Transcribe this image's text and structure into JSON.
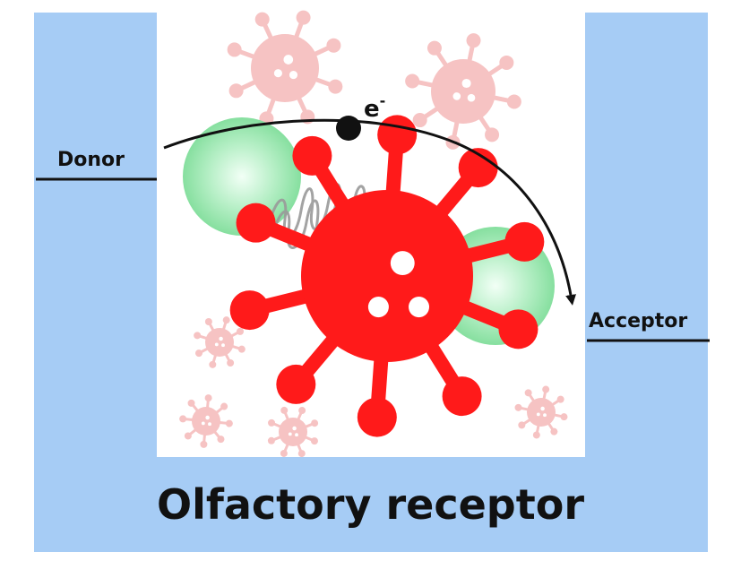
{
  "diagram": {
    "donor_label": "Donor",
    "acceptor_label": "Acceptor",
    "electron_symbol": "e",
    "electron_charge": "-",
    "title": "Olfactory receptor"
  },
  "colors": {
    "receptor_blue": "#a6ccf5",
    "odorant_red": "#ff1a1a",
    "faded_virus": "#f6c3c3",
    "green_sphere": "#8fe3a8",
    "electron": "#111111"
  },
  "icons": {
    "odorant": "virus-icon",
    "background_odorants": "virus-icon",
    "electron": "electron-dot-icon",
    "spring": "spring-icon"
  }
}
